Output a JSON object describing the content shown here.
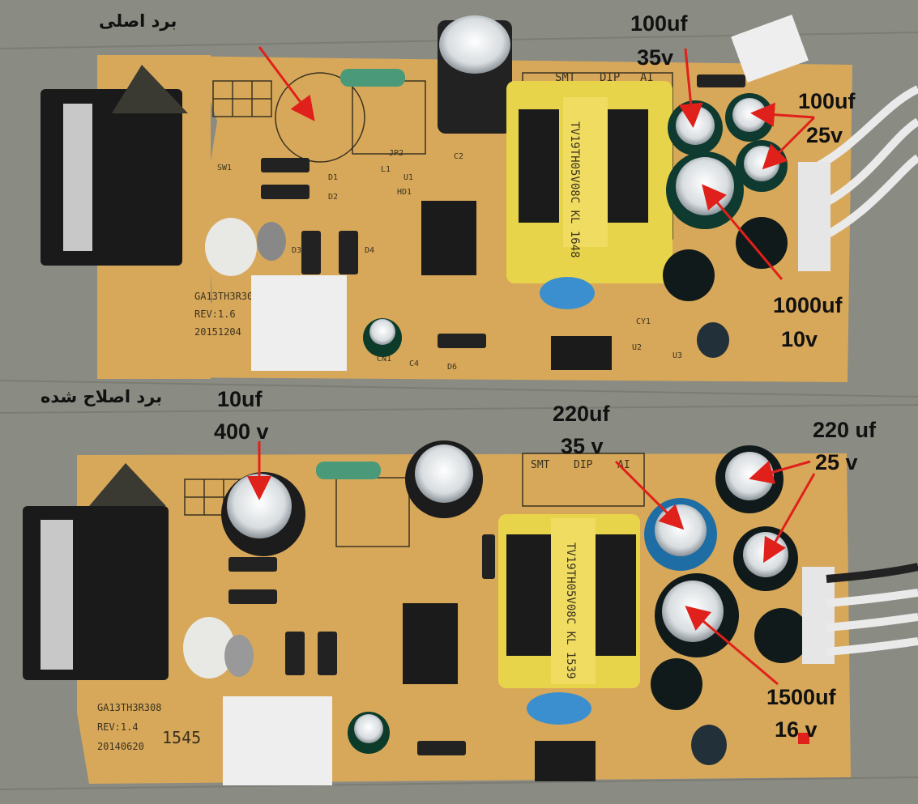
{
  "top_board": {
    "caption": "برد اصلی",
    "model": "GA13TH3R308",
    "rev": "REV:1.6",
    "date": "20151204",
    "transformer_text": "TV19TH05V08C KL 1648",
    "silk": {
      "smt": "SMT",
      "dip": "DIP",
      "ai": "AI",
      "sw": "SW1",
      "d1": "D1",
      "d2": "D2",
      "d3": "D3",
      "d4": "D4",
      "u1": "U1",
      "hd1": "HD1",
      "jp2": "JP2",
      "l1": "L1",
      "c2": "C2",
      "c4": "C4",
      "d6": "D6",
      "cn1": "CN1",
      "u2": "U2",
      "u3": "U3",
      "cy1": "CY1"
    },
    "cap_labels": [
      {
        "value": "100uf",
        "voltage": "35v"
      },
      {
        "value": "100uf",
        "voltage": "25v"
      },
      {
        "value": "1000uf",
        "voltage": "10v"
      }
    ]
  },
  "bottom_board": {
    "caption": "برد اصلاح شده",
    "model": "GA13TH3R308",
    "rev": "REV:1.4",
    "date": "20140620",
    "stamp": "1545",
    "transformer_text": "TV19TH05V08C KL 1539",
    "cap_labels": [
      {
        "value": "10uf",
        "voltage": "400 v"
      },
      {
        "value": "220uf",
        "voltage": "35 v"
      },
      {
        "value": "220 uf",
        "voltage": "25 v"
      },
      {
        "value": "1500uf",
        "voltage": "16 v"
      }
    ]
  },
  "colors": {
    "board": "#d8a85a",
    "wood": "#8a8b82",
    "arrow": "#e0201a"
  }
}
